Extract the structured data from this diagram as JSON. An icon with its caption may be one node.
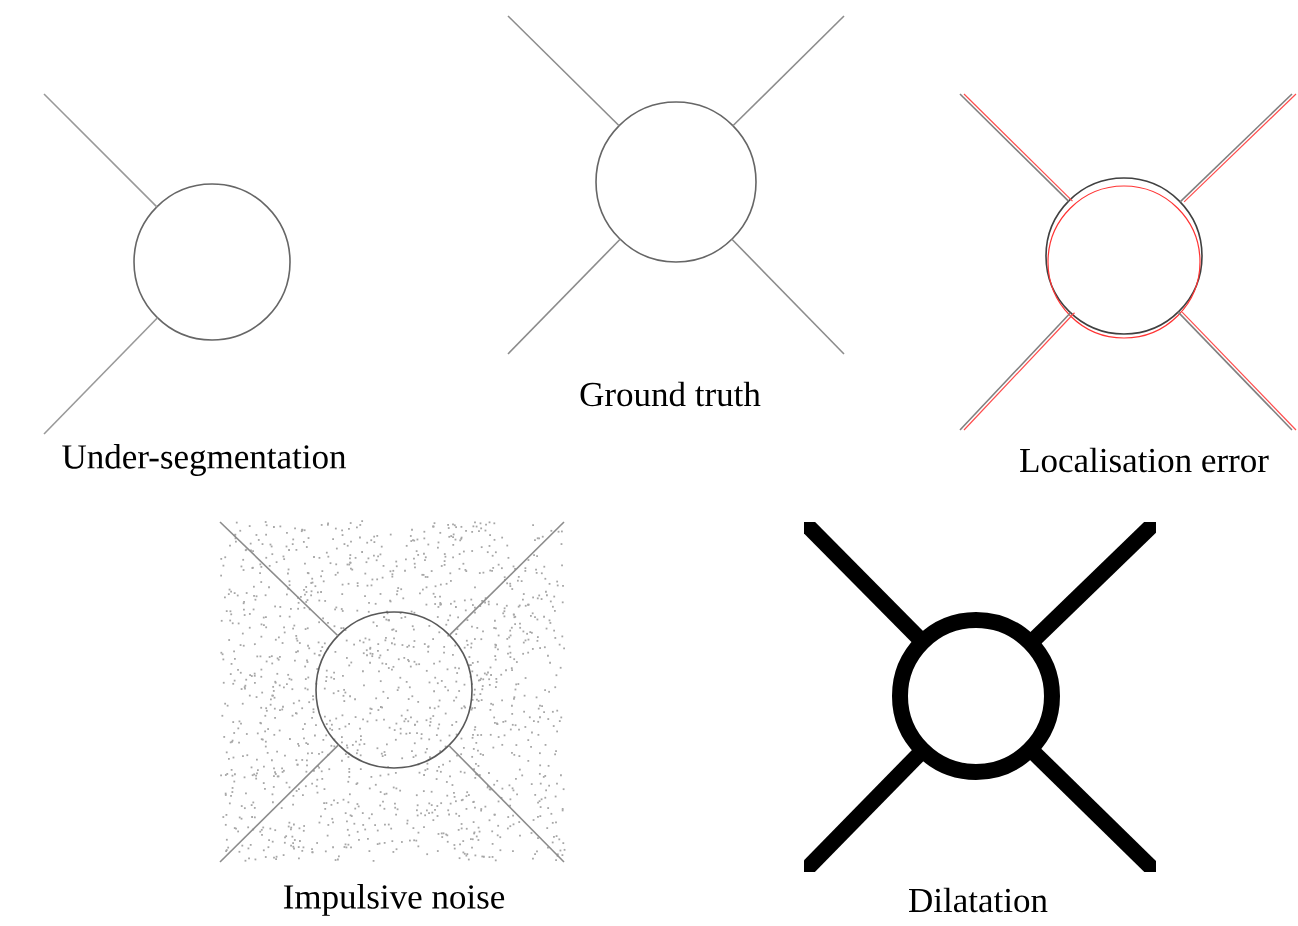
{
  "diagram": {
    "labels": [
      "Under-segmentation",
      "Ground truth",
      "Localisation error",
      "Impulsive noise",
      "Dilatation"
    ]
  }
}
